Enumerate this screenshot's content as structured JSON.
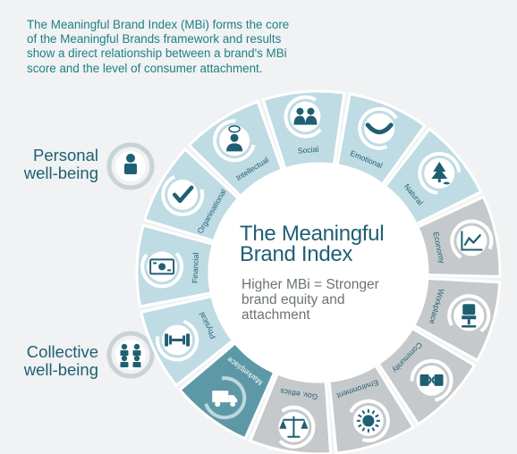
{
  "intro_text": "The Meaningful Brand Index (MBi) forms the core of the Meaningful Brands framework and results show a direct relationship between a brand's MBi score and the level of consumer attachment.",
  "personal_label": "Personal well-being",
  "collective_label": "Collective well-being",
  "center_title": "The Meaningful Brand Index",
  "center_subtitle": "Higher MBi = Stronger brand equity and attachment",
  "colors": {
    "personal": "#bfdbe3",
    "marketplace": "#5d98a6",
    "collective": "#c6c9cb",
    "icon": "#1f5f73",
    "text_accent": "#1f7f86"
  },
  "segments": [
    {
      "label": "Organisational",
      "group": "personal",
      "icon": "checkmark-icon"
    },
    {
      "label": "Intellectual",
      "group": "personal",
      "icon": "thinking-person-icon"
    },
    {
      "label": "Social",
      "group": "personal",
      "icon": "people-pair-icon"
    },
    {
      "label": "Emotional",
      "group": "personal",
      "icon": "smile-icon"
    },
    {
      "label": "Natural",
      "group": "personal",
      "icon": "tree-fish-icon"
    },
    {
      "label": "Economy",
      "group": "collective",
      "icon": "line-graph-icon"
    },
    {
      "label": "Workplace",
      "group": "collective",
      "icon": "office-chair-icon"
    },
    {
      "label": "Community",
      "group": "collective",
      "icon": "mugs-icon"
    },
    {
      "label": "Environment",
      "group": "collective",
      "icon": "sun-icon"
    },
    {
      "label": "Gov. ethics",
      "group": "collective",
      "icon": "scales-icon"
    },
    {
      "label": "Marketplace",
      "group": "marketplace",
      "icon": "delivery-truck-icon"
    },
    {
      "label": "Physical",
      "group": "personal",
      "icon": "dumbbell-icon"
    },
    {
      "label": "Financial",
      "group": "personal",
      "icon": "banknote-icon"
    }
  ]
}
